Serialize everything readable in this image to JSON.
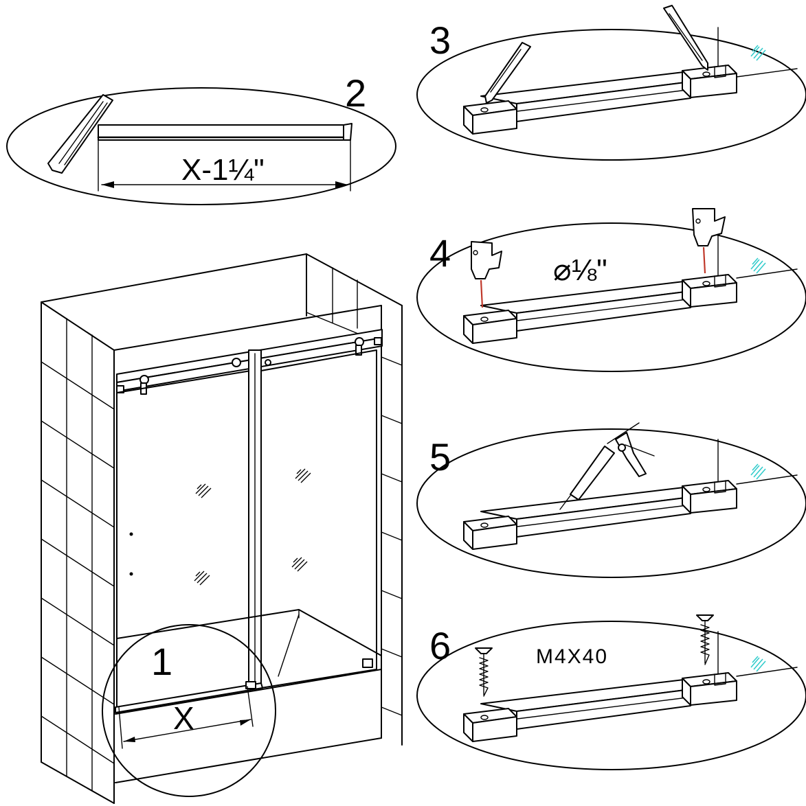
{
  "steps": {
    "step1": {
      "number": "1",
      "dimension": "X"
    },
    "step2": {
      "number": "2",
      "dimension": "X-1¼\""
    },
    "step3": {
      "number": "3"
    },
    "step4": {
      "number": "4",
      "drill_size": "⌀⅛\""
    },
    "step5": {
      "number": "5"
    },
    "step6": {
      "number": "6",
      "screw_spec": "M4X40"
    }
  },
  "icons": {
    "pencil": "pencil-icon",
    "drill": "drill-icon",
    "caulk_gun": "caulk-gun-icon",
    "screw": "screw-icon",
    "glass_mark": "glass-icon",
    "utility_knife": "utility-knife-icon"
  },
  "colors": {
    "line": "#000000",
    "glass_mark": "#33cccc",
    "drill_bit": "#c0392b"
  }
}
